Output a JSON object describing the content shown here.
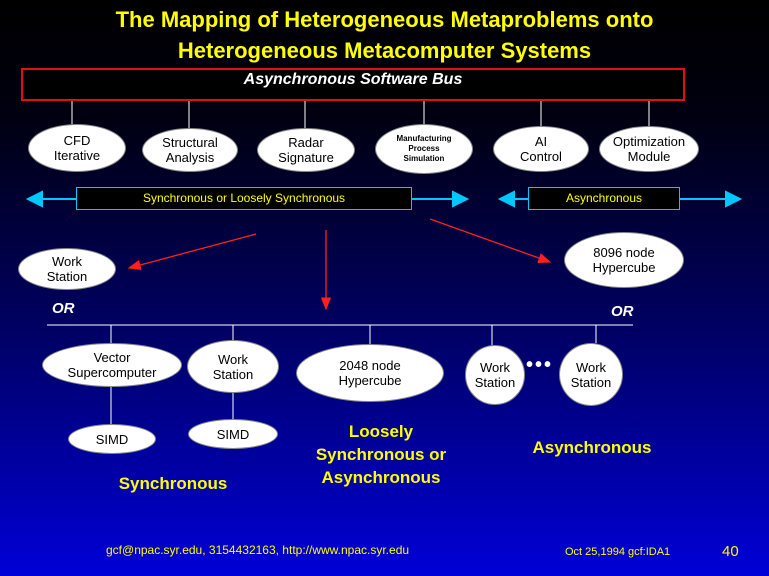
{
  "title": {
    "line1": "The Mapping of Heterogeneous Metaproblems onto",
    "line2": "Heterogeneous Metacomputer Systems"
  },
  "bus_label": "Asynchronous Software Bus",
  "modules": [
    {
      "label": "CFD\nIterative"
    },
    {
      "label": "Structural\nAnalysis"
    },
    {
      "label": "Radar\nSignature"
    },
    {
      "label": "Manufacturing\nProcess\nSimulation"
    },
    {
      "label": "AI\nControl"
    },
    {
      "label": "Optimization\nModule"
    }
  ],
  "bands": {
    "sync": "Synchronous or Loosely Synchronous",
    "async": "Asynchronous"
  },
  "targets": {
    "workstation_top": "Work\nStation",
    "hypercube_8096": "8096 node\nHypercube"
  },
  "or_label": "OR",
  "machines": {
    "vector": "Vector\nSupercomputer",
    "workstation_a": "Work\nStation",
    "hypercube_2048": "2048 node\nHypercube",
    "workstation_b": "Work\nStation",
    "workstation_c": "Work\nStation",
    "simd_1": "SIMD",
    "simd_2": "SIMD"
  },
  "group_labels": {
    "synchronous": "Synchronous",
    "loosely": "Loosely\nSynchronous or\nAsynchronous",
    "asynchronous": "Asynchronous"
  },
  "footer": {
    "contact": "gcf@npac.syr.edu, 3154432163, http://www.npac.syr.edu",
    "date": "Oct 25,1994 gcf:IDA1",
    "page": "40"
  },
  "colors": {
    "title": "#ffff00",
    "bus_border": "#e01010",
    "band_arrow": "#00c8ff",
    "red_arrow": "#ff2020"
  }
}
